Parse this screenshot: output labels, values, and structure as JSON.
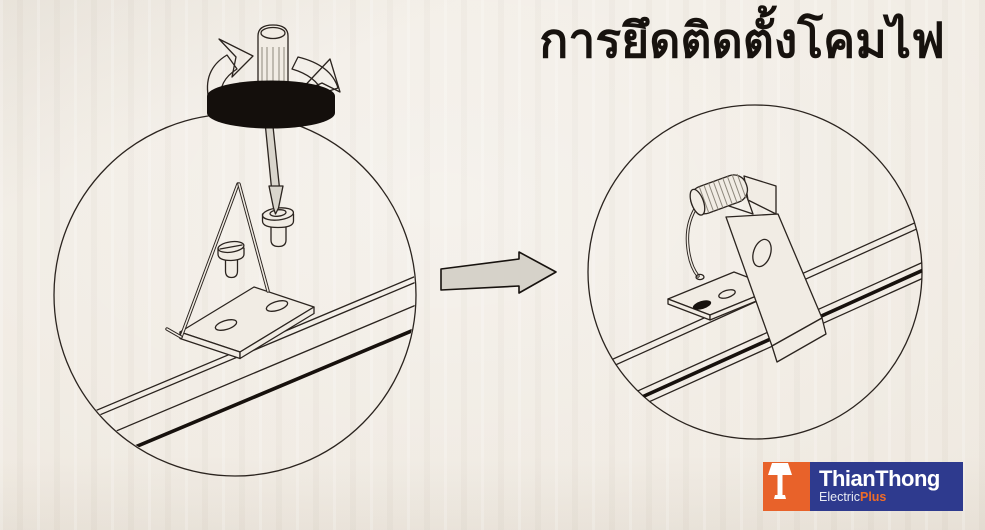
{
  "title": {
    "text": "การยึดติดตั้งโคมไฟ",
    "color": "#17120e"
  },
  "figures": {
    "step1": "screwdriver-tightening-screws-on-mounting-plate-with-spring-bracket",
    "step2": "torsion-spring-clip-installed-on-fixture-rail",
    "arrow": "next-step-arrow"
  },
  "logo": {
    "brand": "ThianThong",
    "electric": "Electric",
    "plus": "Plus",
    "orange": "#e8622a",
    "navy": "#2e3a8e",
    "icon": "table-lamp-icon"
  },
  "colors": {
    "paper": "#f1ece4",
    "line": "#2b241f",
    "rail_dark": "#17110d",
    "gray_fill": "#d6d2c9",
    "ring_black": "#140f0c",
    "handle_gray": "#dcd8cf"
  }
}
